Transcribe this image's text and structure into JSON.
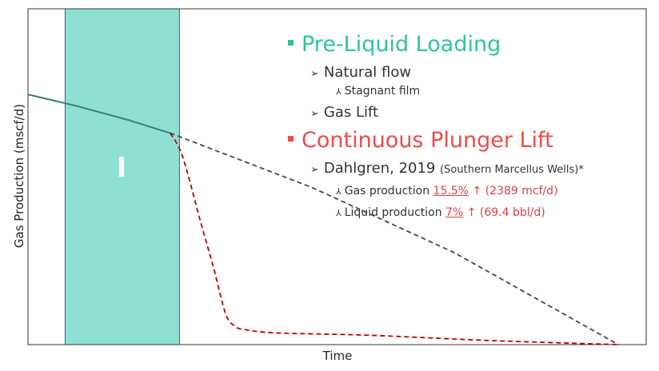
{
  "colors": {
    "zone_fill": "#8ee0d1",
    "zone_border": "#3a5fa0",
    "natural_curve": "#3d7a72",
    "extrapolation": "#3f4a55",
    "plunger_curve": "#c00000",
    "heading_teal": "#2fc3a0",
    "heading_red": "#ef4b4b",
    "body_text": "#333333",
    "red_text": "#e04040"
  },
  "chart_data": {
    "type": "line",
    "xlabel": "Time",
    "ylabel": "Gas Production (mscf/d)",
    "xlim": [
      0,
      1
    ],
    "ylim": [
      0,
      1
    ],
    "zones": [
      {
        "label": "I",
        "x_start": 0.06,
        "x_end": 0.245
      }
    ],
    "series": [
      {
        "style": "solid",
        "x": [
          0,
          0.08,
          0.16,
          0.23
        ],
        "y": [
          0.745,
          0.71,
          0.67,
          0.63
        ]
      },
      {
        "style": "dashed",
        "x": [
          0.23,
          0.46,
          0.69,
          0.955
        ],
        "y": [
          0.63,
          0.4675,
          0.2735,
          0
        ]
      },
      {
        "style": "dashed",
        "x": [
          0.23,
          0.25,
          0.28,
          0.3,
          0.32,
          0.335,
          0.35,
          0.4,
          0.55,
          0.75,
          0.955
        ],
        "y": [
          0.63,
          0.56,
          0.36,
          0.23,
          0.09,
          0.055,
          0.045,
          0.035,
          0.028,
          0.012,
          0
        ]
      }
    ]
  },
  "annotations": {
    "h1": "Pre-Liquid Loading",
    "h1_1": "Natural flow",
    "h1_1_1": "Stagnant film",
    "h1_2": "Gas Lift",
    "h2": "Continuous Plunger Lift",
    "h2_1_main": "Dahlgren, 2019",
    "h2_1_small": "(Southern Marcellus Wells)*",
    "h2_1_1_label": "Gas production",
    "h2_1_1_value": "15.5%",
    "h2_1_1_rest": "↑ (2389 mcf/d)",
    "h2_1_2_label": "Liquid production",
    "h2_1_2_value": "7%",
    "h2_1_2_rest": "↑ (69.4 bbl/d)"
  }
}
